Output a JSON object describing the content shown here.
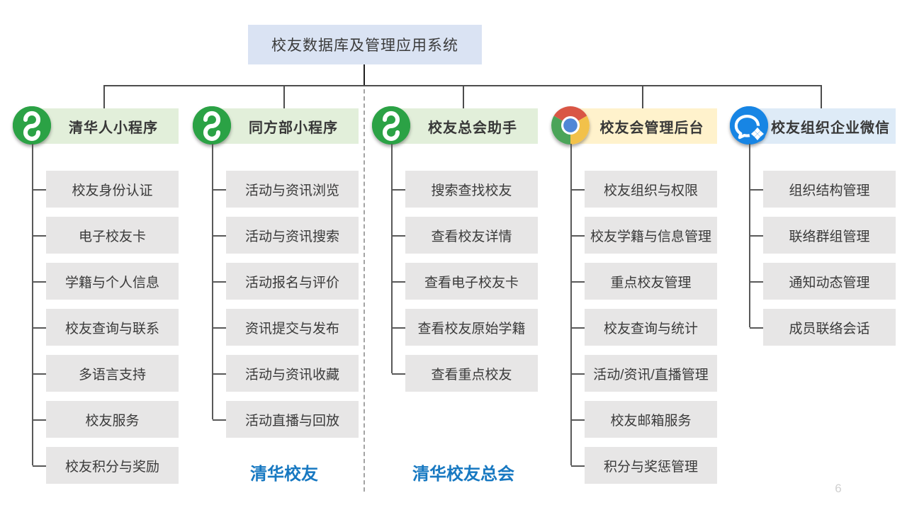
{
  "page": {
    "page_number": "6",
    "background": "#ffffff"
  },
  "root": {
    "title": "校友数据库及管理应用系统",
    "bg": "#dae3f3"
  },
  "colors": {
    "footer_blue": "#1778c1",
    "page_number_grey": "#d0d0d0",
    "item_grey": "#e7e6e6",
    "connector_grey": "#595959"
  },
  "icons": {
    "wechat_green": "#2ba245",
    "wework_blue": "#1785e4",
    "chrome_red": "#d95645",
    "chrome_yellow": "#f2c14a",
    "chrome_green": "#4ba459",
    "chrome_blue": "#5187d6"
  },
  "columns": [
    {
      "title": "清华人小程序",
      "icon": "wechat-miniprogram",
      "colors": {
        "header_bg": "#e2efda",
        "icon_bg": "#2ba245"
      },
      "items": [
        "校友身份认证",
        "电子校友卡",
        "学籍与个人信息",
        "校友查询与联系",
        "多语言支持",
        "校友服务",
        "校友积分与奖励"
      ]
    },
    {
      "title": "同方部小程序",
      "icon": "wechat-miniprogram",
      "colors": {
        "header_bg": "#e2efda",
        "icon_bg": "#2ba245"
      },
      "items": [
        "活动与资讯浏览",
        "活动与资讯搜索",
        "活动报名与评价",
        "资讯提交与发布",
        "活动与资讯收藏",
        "活动直播与回放"
      ],
      "footer": "清华校友"
    },
    {
      "title": "校友总会助手",
      "icon": "wechat-miniprogram",
      "colors": {
        "header_bg": "#e2efda",
        "icon_bg": "#2ba245"
      },
      "items": [
        "搜索查找校友",
        "查看校友详情",
        "查看电子校友卡",
        "查看校友原始学籍",
        "查看重点校友"
      ],
      "footer": "清华校友总会"
    },
    {
      "title": "校友会管理后台",
      "icon": "chrome",
      "colors": {
        "header_bg": "#fff2cc",
        "icon_bg": "#ffffff"
      },
      "items": [
        "校友组织与权限",
        "校友学籍与信息管理",
        "重点校友管理",
        "校友查询与统计",
        "活动/资讯/直播管理",
        "校友邮箱服务",
        "积分与奖惩管理"
      ]
    },
    {
      "title": "校友组织企业微信",
      "icon": "wechat-work",
      "colors": {
        "header_bg": "#deebf7",
        "icon_bg": "#1785e4"
      },
      "items": [
        "组织结构管理",
        "联络群组管理",
        "通知动态管理",
        "成员联络会话"
      ]
    }
  ]
}
